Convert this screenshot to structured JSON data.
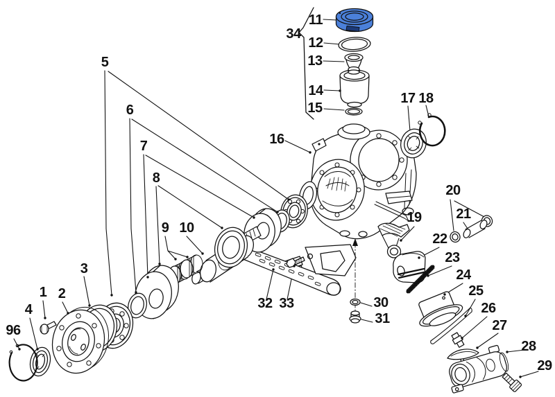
{
  "colors": {
    "background": "#ffffff",
    "ink": "#111111",
    "highlight": "#4b80da",
    "highlight_dark": "#1c3a78"
  },
  "callouts": {
    "n1": "1",
    "n2": "2",
    "n3": "3",
    "n4": "4",
    "n96": "96",
    "n5": "5",
    "n6": "6",
    "n7": "7",
    "n8": "8",
    "n9": "9",
    "n10": "10",
    "n11": "11",
    "n12": "12",
    "n13": "13",
    "n14": "14",
    "n15": "15",
    "n16": "16",
    "n17": "17",
    "n18": "18",
    "n19": "19",
    "n20": "20",
    "n21": "21",
    "n22": "22",
    "n23": "23",
    "n24": "24",
    "n25": "25",
    "n26": "26",
    "n27": "27",
    "n28": "28",
    "n29": "29",
    "n30": "30",
    "n31": "31",
    "n32": "32",
    "n33": "33",
    "n34": "34"
  }
}
